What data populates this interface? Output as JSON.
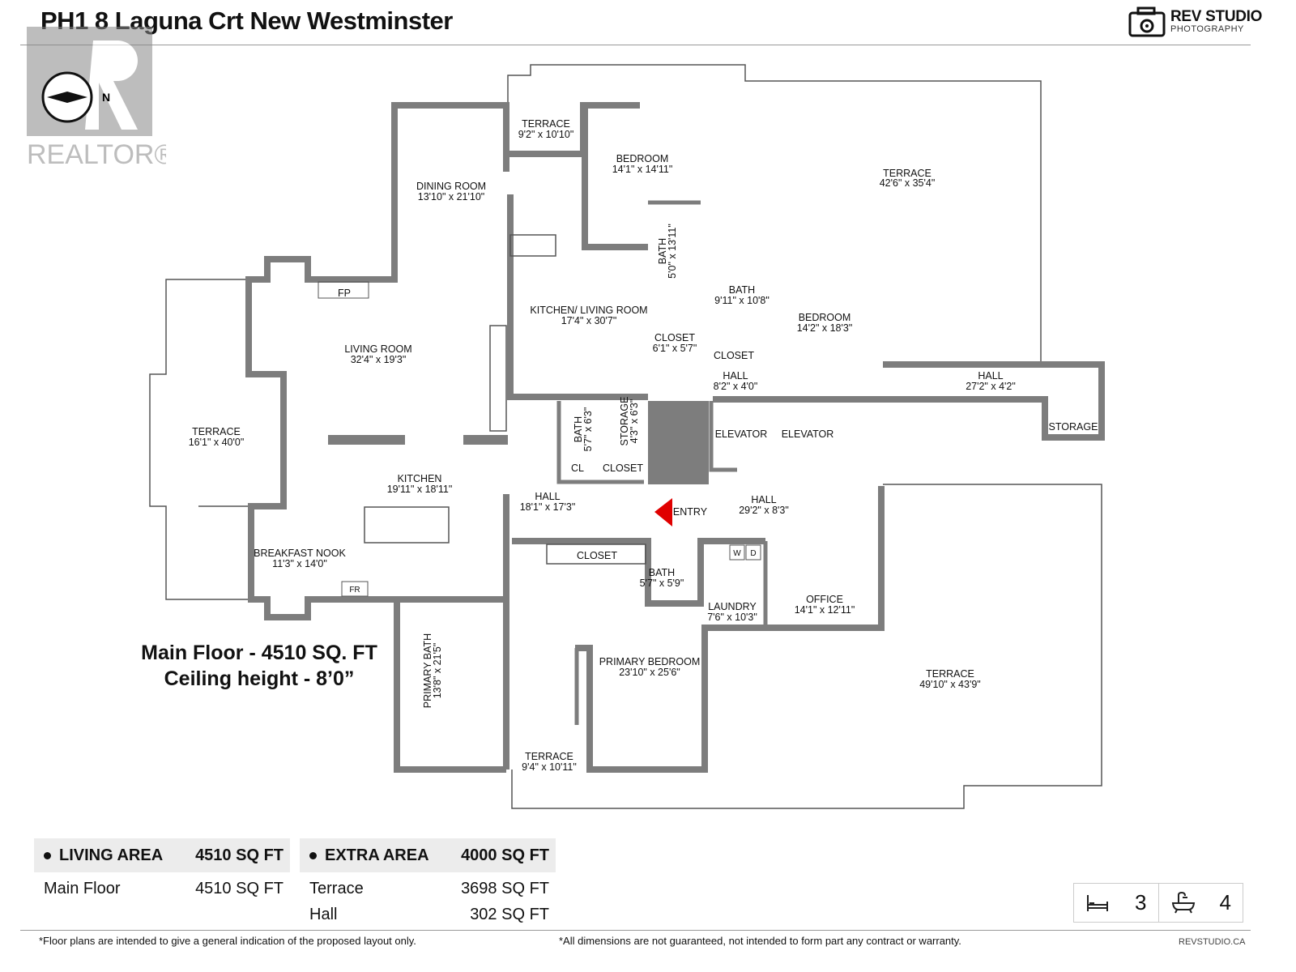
{
  "header": {
    "title": "PH1 8 Laguna Crt New Westminster",
    "brand_name": "REV STUDIO",
    "brand_sub": "PHOTOGRAPHY",
    "watermark": "REALTOR®"
  },
  "compass": {
    "label": "N"
  },
  "rooms": [
    {
      "name": "TERRACE",
      "dims": "9'2\" x 10'10\""
    },
    {
      "name": "BEDROOM",
      "dims": "14'1\" x 14'11\""
    },
    {
      "name": "TERRACE",
      "dims": "42'6\" x 35'4\""
    },
    {
      "name": "DINING ROOM",
      "dims": "13'10\" x 21'10\""
    },
    {
      "name": "BATH",
      "dims": "5'0\" x 13'11\""
    },
    {
      "name": "BATH",
      "dims": "9'11\" x 10'8\""
    },
    {
      "name": "BEDROOM",
      "dims": "14'2\" x 18'3\""
    },
    {
      "name": "KITCHEN/ LIVING ROOM",
      "dims": "17'4\" x 30'7\""
    },
    {
      "name": "LIVING ROOM",
      "dims": "32'4\" x 19'3\""
    },
    {
      "name": "CLOSET",
      "dims": "6'1\" x 5'7\""
    },
    {
      "name": "CLOSET",
      "dims": ""
    },
    {
      "name": "HALL",
      "dims": "8'2\" x 4'0\""
    },
    {
      "name": "HALL",
      "dims": "27'2\" x 4'2\""
    },
    {
      "name": "TERRACE",
      "dims": "16'1\" x 40'0\""
    },
    {
      "name": "BATH",
      "dims": "5'7\" x 6'3\""
    },
    {
      "name": "STORAGE",
      "dims": "4'3\" x 6'3\""
    },
    {
      "name": "ELEVATOR",
      "dims": ""
    },
    {
      "name": "ELEVATOR",
      "dims": ""
    },
    {
      "name": "STORAGE",
      "dims": ""
    },
    {
      "name": "CL",
      "dims": ""
    },
    {
      "name": "CLOSET",
      "dims": ""
    },
    {
      "name": "KITCHEN",
      "dims": "19'11\" x 18'11\""
    },
    {
      "name": "HALL",
      "dims": "18'1\" x 17'3\""
    },
    {
      "name": "ENTRY",
      "dims": ""
    },
    {
      "name": "HALL",
      "dims": "29'2\" x 8'3\""
    },
    {
      "name": "BREAKFAST NOOK",
      "dims": "11'3\" x 14'0\""
    },
    {
      "name": "CLOSET",
      "dims": ""
    },
    {
      "name": "BATH",
      "dims": "5'7\" x 5'9\""
    },
    {
      "name": "LAUNDRY",
      "dims": "7'6\" x 10'3\""
    },
    {
      "name": "OFFICE",
      "dims": "14'1\" x 12'11\""
    },
    {
      "name": "PRIMARY BEDROOM",
      "dims": "23'10\" x 25'6\""
    },
    {
      "name": "PRIMARY BATH",
      "dims": "13'8\" x 21'5\""
    },
    {
      "name": "TERRACE",
      "dims": "49'10\" x 43'9\""
    },
    {
      "name": "TERRACE",
      "dims": "9'4\" x 10'11\""
    }
  ],
  "fixtures": {
    "fireplace": "FP",
    "fridge": "FR",
    "washer": "W",
    "dryer": "D"
  },
  "floor_info": {
    "line1": "Main Floor - 4510 SQ. FT",
    "line2": "Ceiling height - 8’0”"
  },
  "living_area": {
    "header": "LIVING AREA",
    "total": "4510 SQ FT",
    "rows": [
      {
        "label": "Main Floor",
        "value": "4510 SQ FT"
      }
    ]
  },
  "extra_area": {
    "header": "EXTRA AREA",
    "total": "4000 SQ FT",
    "rows": [
      {
        "label": "Terrace",
        "value": "3698 SQ FT"
      },
      {
        "label": "Hall",
        "value": "302 SQ FT"
      }
    ]
  },
  "counts": {
    "bedrooms": "3",
    "bathrooms": "4",
    "bed_icon": "bed-icon",
    "bath_icon": "bathtub-icon"
  },
  "footer": {
    "note_left": "*Floor plans are intended to give a general indication of the proposed layout only.",
    "note_right": "*All dimensions are not guaranteed, not intended to form part any contract or warranty.",
    "site": "REVSTUDIO.CA"
  },
  "colors": {
    "wall": "#7d7d7d",
    "entry_marker": "#e00000",
    "window": "#3a5a8c"
  }
}
